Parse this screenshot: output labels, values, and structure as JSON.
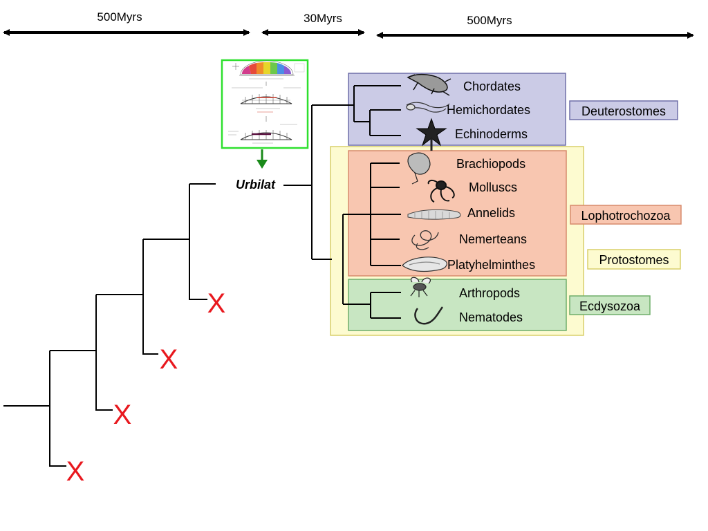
{
  "timescale": {
    "left_label": "500Myrs",
    "middle_label": "30Myrs",
    "right_label": "500Myrs"
  },
  "root_label": "Urbilat",
  "extinct_marker": "X",
  "groups": {
    "deuterostomes": "Deuterostomes",
    "lophotrochozoa": "Lophotrochozoa",
    "protostomes": "Protostomes",
    "ecdysozoa": "Ecdysozoa"
  },
  "taxa": {
    "chordates": "Chordates",
    "hemichordates": "Hemichordates",
    "echinoderms": "Echinoderms",
    "brachiopods": "Brachiopods",
    "molluscs": "Molluscs",
    "annelids": "Annelids",
    "nemerteans": "Nemerteans",
    "platyhelminthes": "Platyhelminthes",
    "arthropods": "Arthropods",
    "nematodes": "Nematodes"
  },
  "colors": {
    "deuterostome_box": "#cbcbe6",
    "deuterostome_border": "#6f6fa8",
    "protostome_box": "#fdfbd0",
    "protostome_border": "#d8cf6a",
    "lophotrochozoa_box": "#f8c6b0",
    "lophotrochozoa_border": "#d78a6c",
    "ecdysozoa_box": "#c8e6c2",
    "ecdysozoa_border": "#6fae6a",
    "extinct": "#e8181e",
    "inset_border": "#2ee02e",
    "inset_arrow": "#1a8a1a"
  },
  "icons": [
    "frog-diagram-icon",
    "lizard-icon",
    "acorn-worm-icon",
    "starfish-icon",
    "brachiopod-icon",
    "octopus-icon",
    "earthworm-icon",
    "ribbon-worm-icon",
    "flatworm-icon",
    "fly-icon",
    "roundworm-icon"
  ]
}
